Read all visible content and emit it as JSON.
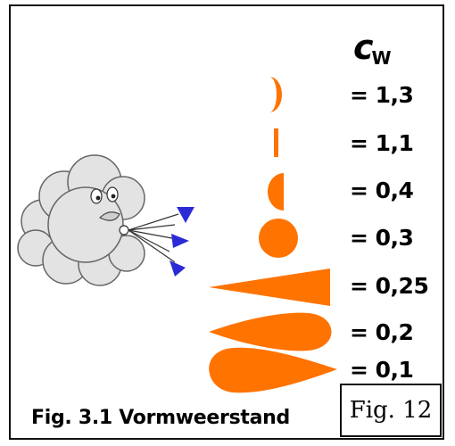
{
  "coefficient_label": {
    "symbol": "c",
    "subscript": "W"
  },
  "shapes": [
    {
      "id": "half-sphere-hollow",
      "value_text": "= 1,3"
    },
    {
      "id": "flat-plate",
      "value_text": "= 1,1"
    },
    {
      "id": "half-sphere-rounded",
      "value_text": "= 0,4"
    },
    {
      "id": "sphere",
      "value_text": "= 0,3"
    },
    {
      "id": "cone",
      "value_text": "= 0,25"
    },
    {
      "id": "teardrop-reversed",
      "value_text": "= 0,2"
    },
    {
      "id": "streamline-body",
      "value_text": "= 0,1"
    }
  ],
  "caption": "Fig. 3.1 Vormweerstand",
  "figure_label": "Fig. 12",
  "colors": {
    "shape_fill": "#ff7300",
    "arrow_fill": "#2b2bd6",
    "cloud_fill": "#e3e3e3"
  }
}
